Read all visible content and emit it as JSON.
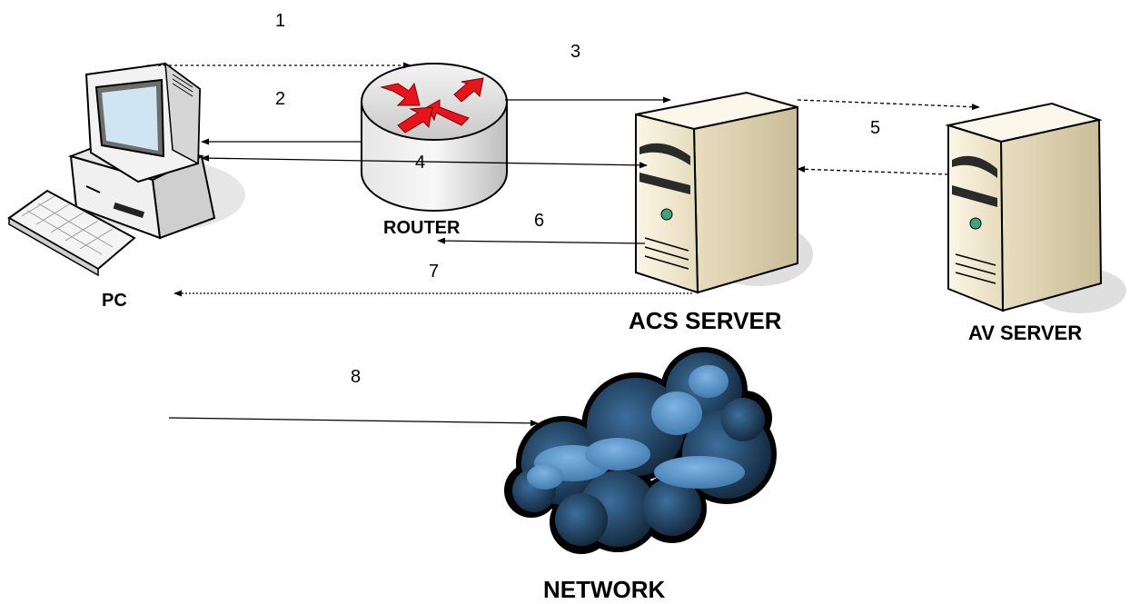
{
  "nodes": {
    "pc": "PC",
    "router": "ROUTER",
    "acs_server": "ACS SERVER",
    "av_server": "AV SERVER",
    "network": "NETWORK"
  },
  "steps": [
    "1",
    "2",
    "3",
    "4",
    "5",
    "6",
    "7",
    "8"
  ],
  "colors": {
    "router_arrows": "#e8141c",
    "server_body": "#f2ead3",
    "cloud_dark": "#14293d",
    "cloud_light": "#4f8fc9",
    "screen": "#cfe6f2"
  },
  "icons": [
    "pc-icon",
    "router-icon",
    "server-icon",
    "cloud-icon"
  ]
}
